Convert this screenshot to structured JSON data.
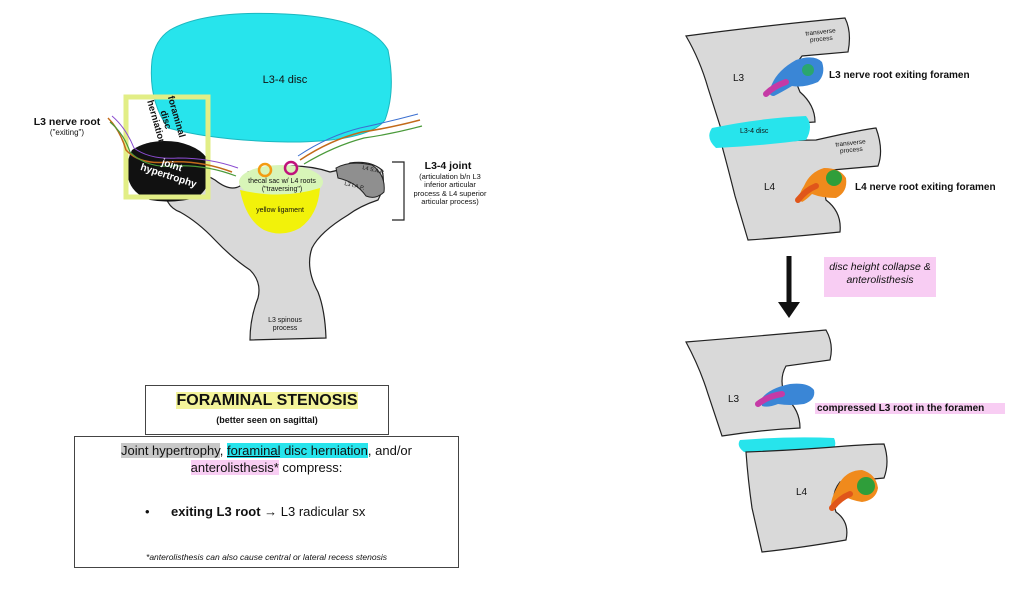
{
  "left_diagram": {
    "disc_label": "L3-4 disc",
    "nerve_root_title": "L3 nerve root",
    "nerve_root_sub": "(\"exiting\")",
    "herniation_label": "foraminal disc herniation",
    "joint_hypertrophy_label": "joint hypertrophy",
    "thecal_sac_label": "thecal sac w/ L4 roots (\"traversing\")",
    "yellow_ligament_label": "yellow ligament",
    "l4_sap_label": "L4 S.A.P.",
    "l3_iap_label": "L3 I.A.P.",
    "joint_title": "L3-4 joint",
    "joint_desc": "(articulation b/n L3 inferior articular process & L4 superior articular process)",
    "spinous_label": "L3 spinous process"
  },
  "foraminal_box": {
    "title": "FORAMINAL STENOSIS",
    "subtitle": "(better seen on sagittal)",
    "line1_part1": "Joint hypertrophy",
    "line1_sep1": ", ",
    "line1_part2a": "foraminal",
    "line1_part2b": " disc herniation",
    "line1_sep2": ", and/or",
    "line2_part1": "anterolisthesis*",
    "line2_part2": " compress:",
    "bullet": "•",
    "bullet_bold": "exiting L3 root",
    "bullet_rest": " → L3 radicular sx",
    "footnote": "*anterolisthesis can also cause central or lateral recess stenosis"
  },
  "right_top": {
    "transverse_1": "transverse process",
    "l3": "L3",
    "l3_root": "L3 nerve root exiting foramen",
    "disc": "L3-4 disc",
    "transverse_2": "transverse process",
    "l4": "L4",
    "l4_root": "L4 nerve root exiting foramen"
  },
  "arrow_label": "disc height collapse & anterolisthesis",
  "right_bottom": {
    "l3": "L3",
    "compressed": "compressed L3 root in the foramen",
    "l4": "L4"
  },
  "colors": {
    "bone": "#d9d9d9",
    "disc": "#27e4ec",
    "highlight_yellow": "#f3f39a",
    "highlight_gray": "#c8c8c8",
    "highlight_pink": "#f8cdf3",
    "ligament": "#f2f20a",
    "thecal": "#d8f5b8"
  }
}
